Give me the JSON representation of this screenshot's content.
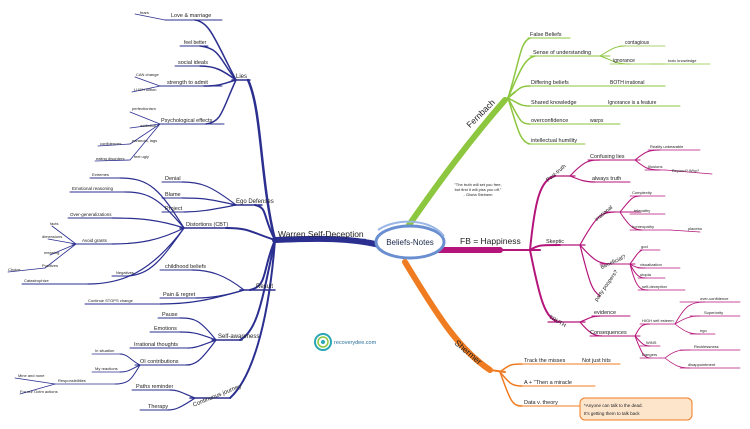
{
  "central": "Beliefs-Notes",
  "quote": [
    "\"The truth will set you free,",
    "but first it will piss you off.\"",
    "- Gloria Steinem"
  ],
  "logo_text": "recoverydee.com",
  "colors": {
    "warren": "#2b2f8f",
    "fernbach": "#8dc63f",
    "fb": "#b5157a",
    "shermer": "#f07c22",
    "central_ring": "#6a8fd0"
  },
  "warren": {
    "title": "Warren Self-Deception",
    "lies": {
      "title": "Lies",
      "love": "Love & marriage",
      "fears": "fears",
      "feel_better": "feel better",
      "social": "social ideals",
      "strength": "strength to admit",
      "can_change": "CAN change",
      "lush": "LUSH tuition",
      "psych": "Psychological effects",
      "perf": "perfectionism",
      "addiction": "addiction",
      "paranoia": "paranoia, lags",
      "confidences": "confidences",
      "feel_ugly": "feel ugly",
      "eating": "eating disorders"
    },
    "ego": {
      "title": "Ego Defenses",
      "denial": "Denial",
      "blame": "Blame",
      "project": "Project"
    },
    "dist": {
      "title": "Distortions (CBT)",
      "extremes": "Extremes",
      "emotional": "Emotional reasoning",
      "overgen": "Over-generalizations",
      "avoid": "Avoid grants",
      "facts": "facts",
      "dimensions": "dimensions",
      "meaning": "meaning",
      "positives": "Positives",
      "choice": "Choice",
      "negatives": "Negatives",
      "catastrophes": "Catastrophize"
    },
    "result": {
      "title": "Result",
      "childhood": "childhood beliefs",
      "pain": "Pain & regret",
      "continue": "Continue STOPS change"
    },
    "self_aw": {
      "title": "Self-awareness",
      "pause": "Pause",
      "emotions": "Emotions",
      "irrational": "Irrational thoughts",
      "ol": "OI contributions",
      "in_situation": "In situation",
      "my_reactions": "My reactions",
      "resp": "Responsibilities",
      "mine": "Mine and none",
      "for_our": "For our Ootm actions"
    },
    "journey": {
      "title": "Continuous journey",
      "paths": "Paths reminder",
      "therapy": "Therapy"
    }
  },
  "fernbach": {
    "title": "Fernbach",
    "false_beliefs": "False Beliefs",
    "sense": "Sense of understanding",
    "contagious": "contagious",
    "ignorance": "ignorance",
    "toxic": "toxic knowledge",
    "differing": "Differing beliefs",
    "both": "BOTH irrational",
    "shared": "Shared knowledge",
    "ignorance_feature": "Ignorance is a feature",
    "overconfidence": "overconfidence",
    "warps": "warps",
    "humility": "intellectual humility"
  },
  "fb": {
    "title": "FB = Happiness",
    "post": "Post-truth",
    "confusing": "Confusing lies",
    "reality": "Reality unbearable",
    "illusions": "Illusions",
    "beyond": "Beyond? Why?",
    "always": "always truth",
    "skeptic": "Skeptic",
    "irrational": "irrational",
    "complexity": "Complexity",
    "telepathy": "telepathy",
    "homeopathy": "homeopathy",
    "placebo": "placebo",
    "beneficial": "Beneficial?",
    "god": "god",
    "visualization": "visualization",
    "utopia": "utopia",
    "self_deception": "self-deception",
    "party": "party poopers?",
    "truth": "TRUTH",
    "evidence": "evidence",
    "consequences": "Consequences",
    "high_self": "HIGH self esteem",
    "over_conf": "over-confidence",
    "superiority": "Superiority",
    "ego": "ego",
    "wins": "WINS",
    "dangers": "Dangers",
    "recklessness": "Recklessness",
    "disappointment": "disappointment"
  },
  "shermer": {
    "title": "Shermer",
    "track": "Track the misses",
    "not_just": "Not just hits",
    "a_then": "A + \"Then a miracle",
    "data": "Data v. theory",
    "callout": [
      "*Anyone can talk to the dead.",
      "It's getting them to talk back"
    ]
  }
}
